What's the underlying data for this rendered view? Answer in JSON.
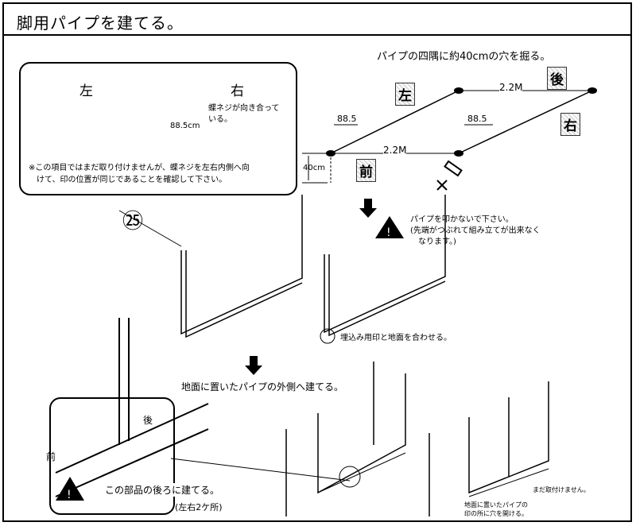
{
  "header": {
    "title": "脚用パイプを建てる。"
  },
  "step1": {
    "instruction": "パイプの四隅に約40cmの穴を掘る。",
    "labels": {
      "left": "左",
      "back": "後",
      "right": "右",
      "front": "前"
    },
    "dim_width": "2.2M",
    "dim_depth": "2.2M",
    "mark_left": "88.5",
    "mark_right": "88.5",
    "hole_depth": "40cm"
  },
  "inset_top": {
    "left_label": "左",
    "right_label": "右",
    "butterfly_note": "蝶ネジが向き合って\nいる。",
    "height": "88.5cm",
    "note": "※この項目ではまだ取り付けませんが、蝶ネジを左右内側へ向\n　けて、印の位置が同じであることを確認して下さい。"
  },
  "part_number": "㉕",
  "warning_hammer": "パイプを叩かないで下さい。\n(先端がつぶれて組み立てが出来なく\n　なります。)",
  "align_note": "埋込み用印と地面を合わせる。",
  "stand_note": "地面に置いたパイプの外側へ建てる。",
  "inset_bottom": {
    "back_label": "後",
    "front_label": "前",
    "stand_behind": "この部品の後ろに建てる。",
    "both_sides": "(左右2ケ所)"
  },
  "not_attached": "まだ取付けません。",
  "dig_note": "地面に置いたパイプの\n印の所に穴を開ける。"
}
